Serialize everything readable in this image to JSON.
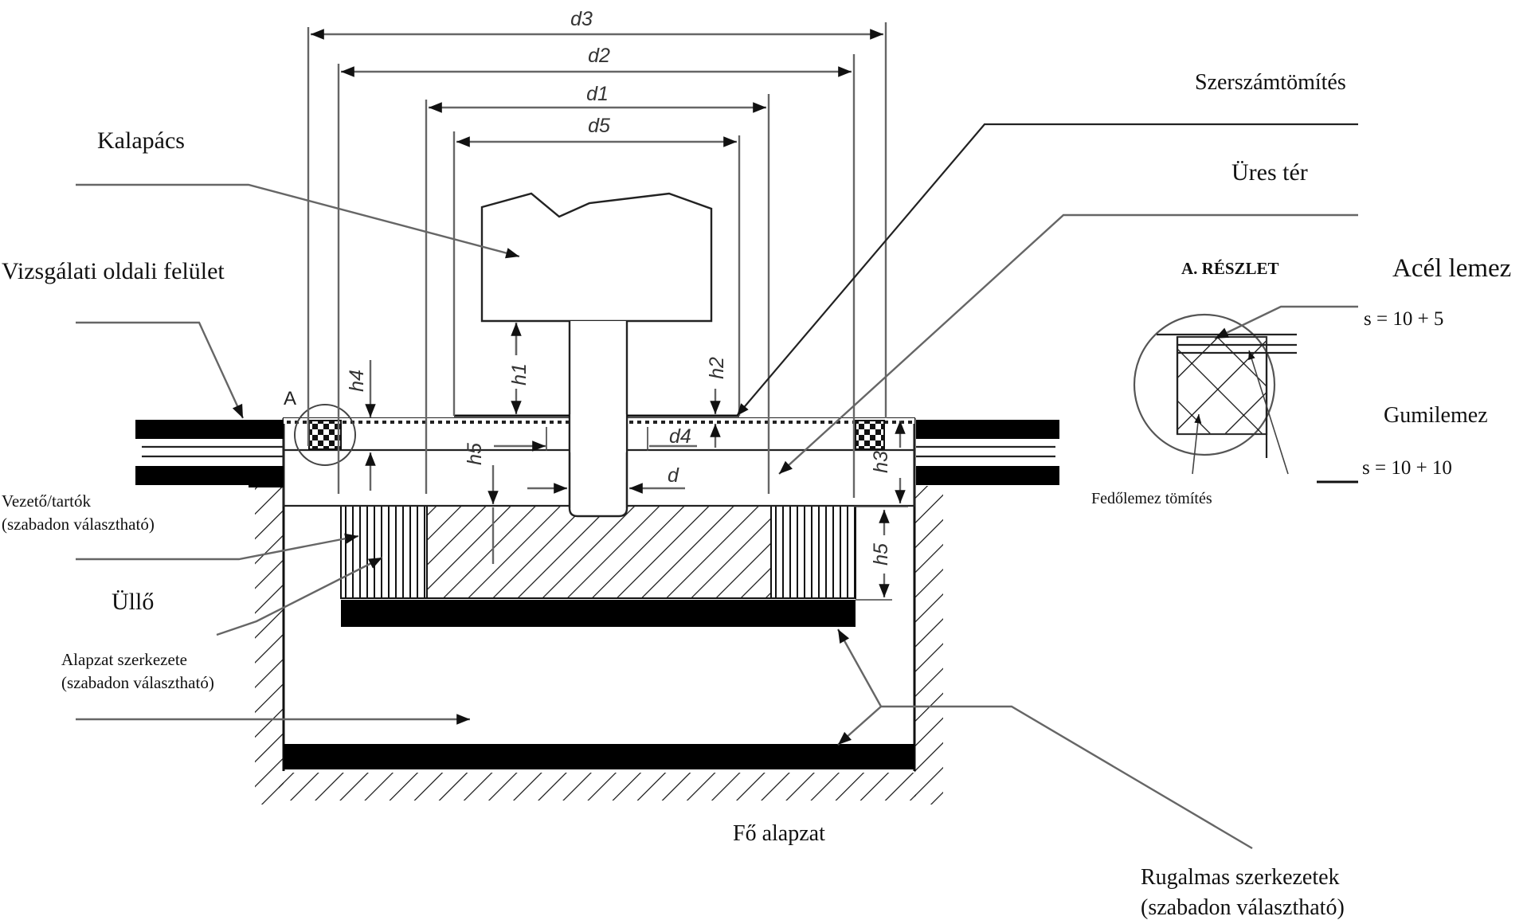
{
  "diagram": {
    "title_detail": "A. RÉSZLET",
    "detail_marker": "A",
    "labels": {
      "hammer": "Kalapács",
      "test_surface": "Vizsgálati oldali felület",
      "tool_seal": "Szerszámtömítés",
      "empty_space": "Üres tér",
      "guide_line1": "Vezető/tartók",
      "guide_line2": "(szabadon választható)",
      "anvil": "Üllő",
      "base_structure_line1": "Alapzat szerkezete",
      "base_structure_line2": "(szabadon választható)",
      "main_foundation": "Fő alapzat",
      "elastic_line1": "Rugalmas szerkezetek",
      "elastic_line2": "(szabadon választható)",
      "steel_plate": "Acél lemez",
      "steel_plate_thickness": "s = 10 + 5",
      "rubber_plate": "Gumilemez",
      "rubber_plate_thickness": "s = 10 + 10",
      "cover_seal": "Fedőlemez tömítés"
    },
    "dimensions": {
      "d3": "d3",
      "d2": "d2",
      "d1": "d1",
      "d5": "d5",
      "d4": "d4",
      "d": "d",
      "h1": "h1",
      "h2": "h2",
      "h3": "h3",
      "h4": "h4",
      "h5_left": "h5",
      "h5_right": "h5"
    }
  }
}
